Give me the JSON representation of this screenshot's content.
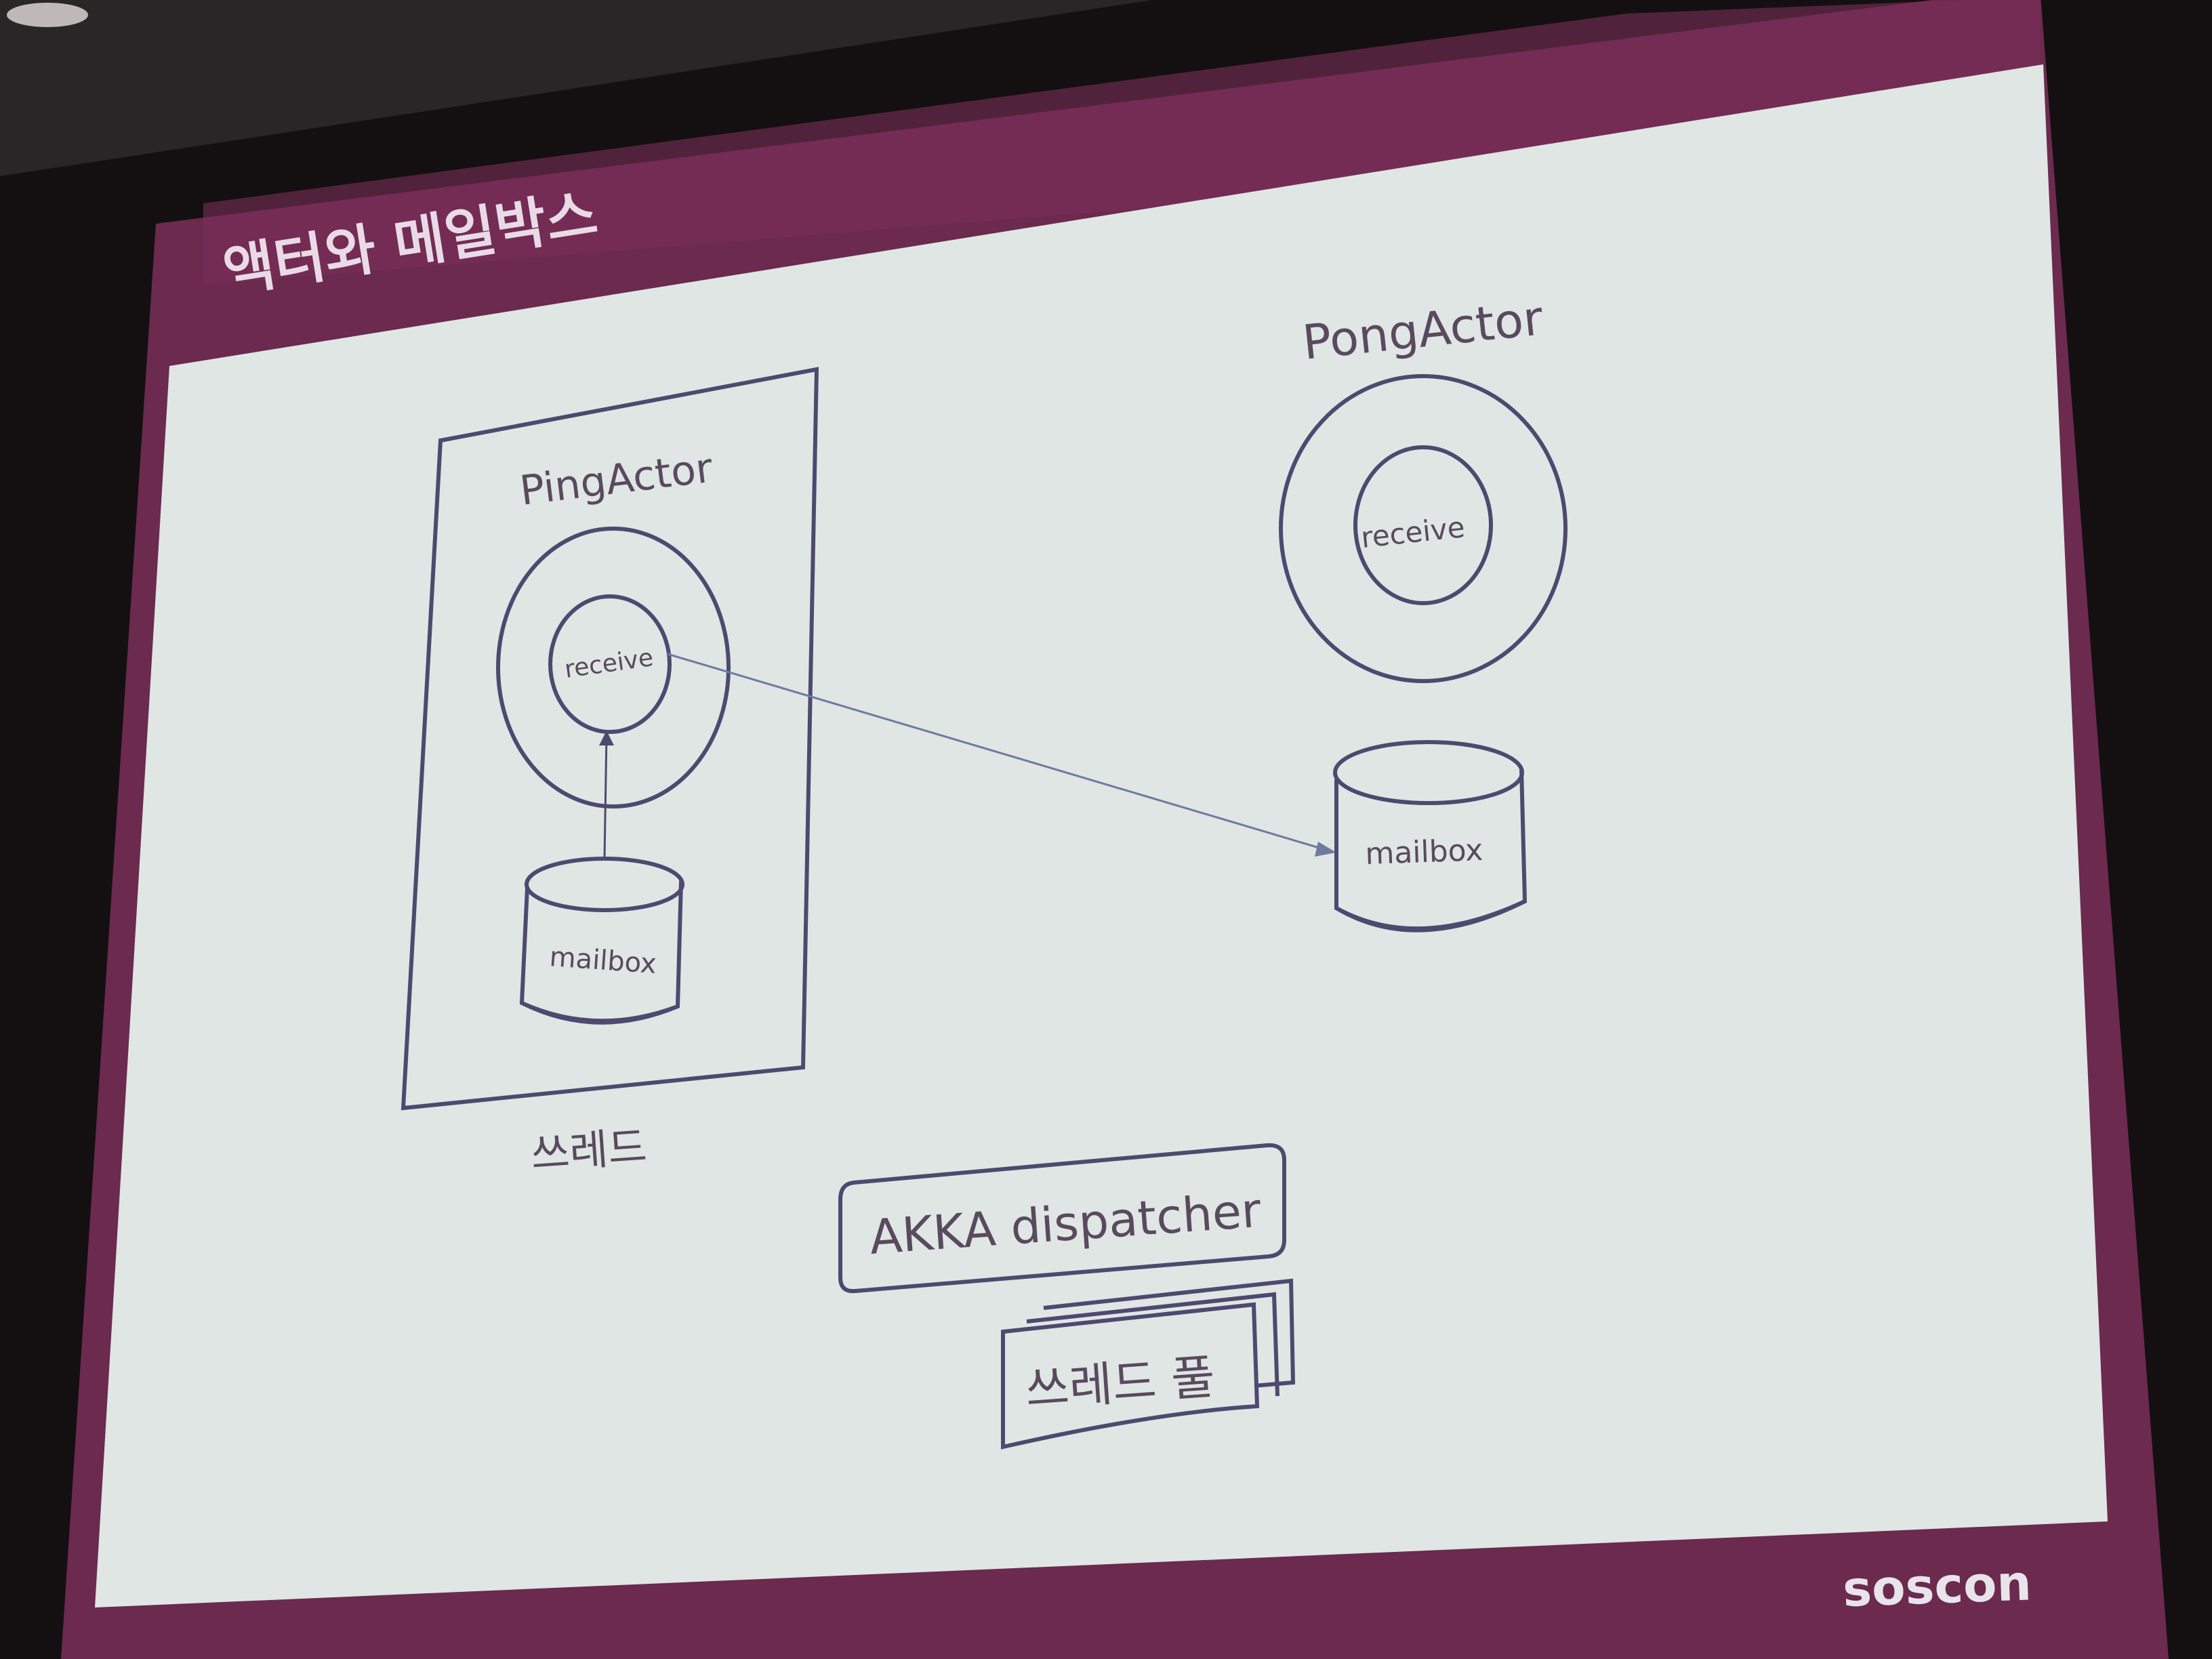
{
  "slide": {
    "title": "액터와 메일박스",
    "brand": "soscon",
    "colors": {
      "frame": "#6b2a4e",
      "slide_bg": "#dfe6e4",
      "ink": "#4d4a70",
      "text": "#5a4a5e"
    }
  },
  "diagram": {
    "ping_actor": {
      "label": "PingActor",
      "receive_label": "receive",
      "mailbox_label": "mailbox",
      "thread_label": "쓰레드"
    },
    "pong_actor": {
      "label": "PongActor",
      "receive_label": "receive",
      "mailbox_label": "mailbox"
    },
    "dispatcher": {
      "label": "AKKA dispatcher",
      "thread_pool_label": "쓰레드 풀"
    }
  }
}
